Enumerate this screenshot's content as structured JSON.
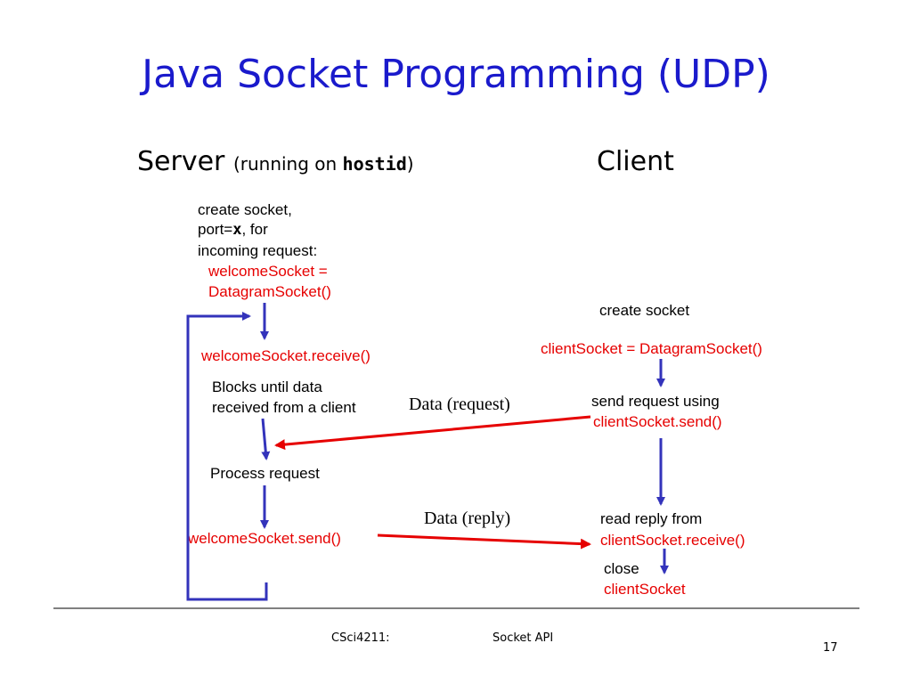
{
  "slide": {
    "title": "Java Socket Programming (UDP)",
    "page_number": "17"
  },
  "server": {
    "heading": "Server",
    "heading_note_prefix": "(running on ",
    "heading_note_host": "hostid",
    "heading_note_suffix": ")",
    "create_line1": "create socket,",
    "create_line2_prefix": "port=",
    "create_line2_var": "x",
    "create_line2_suffix": ", for",
    "create_line3": "incoming request:",
    "code_line1": "welcomeSocket =",
    "code_line2": "DatagramSocket()",
    "receive_call": "welcomeSocket.receive()",
    "blocks_line1": "Blocks until data",
    "blocks_line2": "received from a client",
    "process": "Process request",
    "send_call": "welcomeSocket.send()"
  },
  "client": {
    "heading": "Client",
    "create_socket": "create socket",
    "create_code": "clientSocket = DatagramSocket()",
    "send_line1": "send request using",
    "send_line2": "clientSocket.send()",
    "read_line1": "read reply from",
    "read_line2": "clientSocket.receive()",
    "close_line1": "close",
    "close_line2": "clientSocket"
  },
  "messages": {
    "request": "Data (request)",
    "reply": "Data (reply)"
  },
  "footer": {
    "course": "CSci4211:",
    "topic": "Socket API"
  },
  "colors": {
    "title": "#1a1acc",
    "code": "#e60000",
    "flow_arrow": "#3333bb",
    "message_arrow": "#e60000"
  }
}
